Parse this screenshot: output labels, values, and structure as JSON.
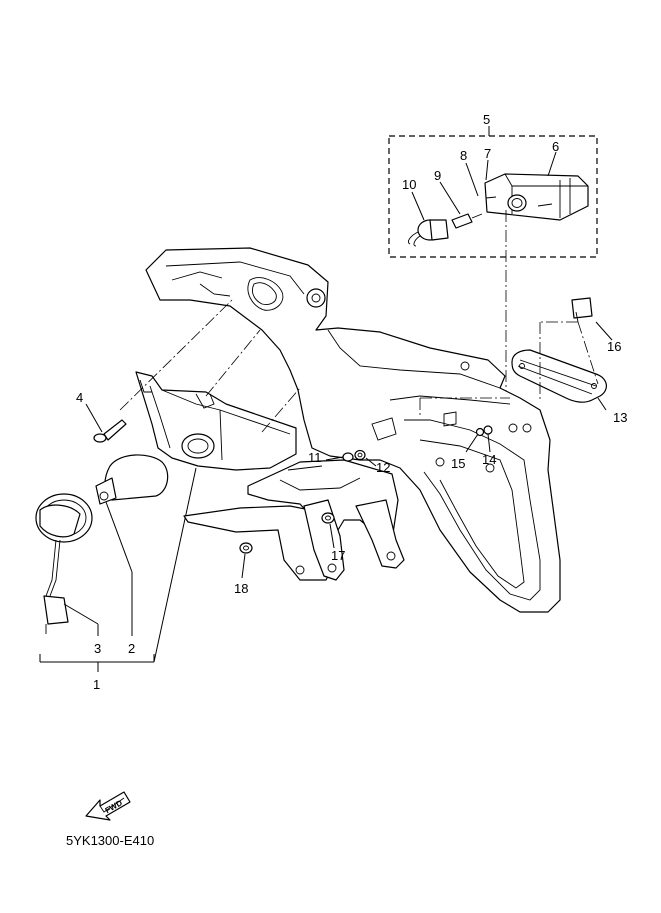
{
  "diagram": {
    "code": "5YK1300-E410",
    "fwd_label": "FWD",
    "parts": [
      {
        "num": "1"
      },
      {
        "num": "2"
      },
      {
        "num": "3"
      },
      {
        "num": "4"
      },
      {
        "num": "5"
      },
      {
        "num": "6"
      },
      {
        "num": "7"
      },
      {
        "num": "8"
      },
      {
        "num": "9"
      },
      {
        "num": "10"
      },
      {
        "num": "11"
      },
      {
        "num": "12"
      },
      {
        "num": "13"
      },
      {
        "num": "14"
      },
      {
        "num": "15"
      },
      {
        "num": "16"
      },
      {
        "num": "17"
      },
      {
        "num": "18"
      }
    ]
  }
}
